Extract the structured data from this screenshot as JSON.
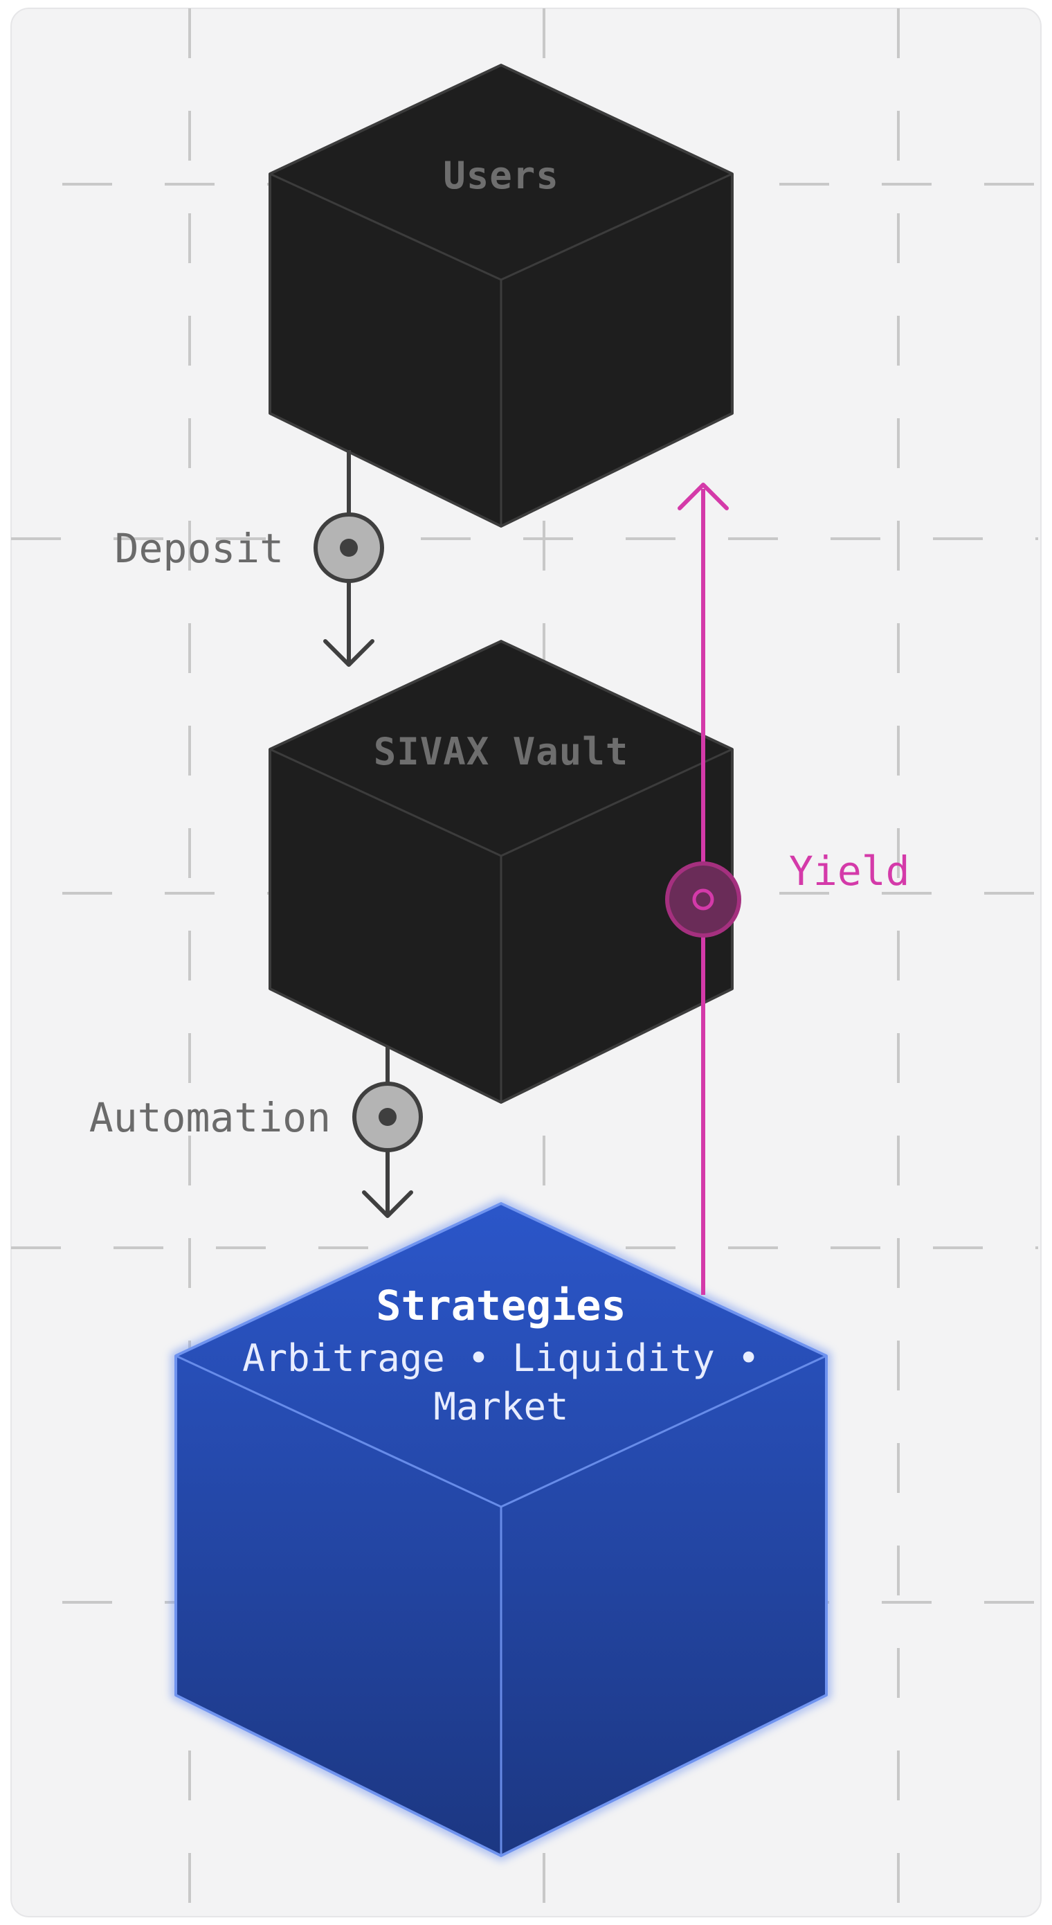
{
  "diagram": {
    "nodes": {
      "users": {
        "label": "Users"
      },
      "vault": {
        "label": "SIVAX Vault"
      },
      "strategies": {
        "title": "Strategies",
        "subtitle_line1": "Arbitrage • Liquidity •",
        "subtitle_line2": "Market"
      }
    },
    "edges": {
      "deposit": {
        "label": "Deposit",
        "from": "Users",
        "to": "SIVAX Vault"
      },
      "automation": {
        "label": "Automation",
        "from": "SIVAX Vault",
        "to": "Strategies"
      },
      "yield": {
        "label": "Yield",
        "from": "Strategies",
        "to": "Users"
      }
    },
    "colors": {
      "background": "#f3f3f4",
      "grid": "#c8c8c8",
      "dark_cube": "#1e1e1e",
      "dark_cube_edge": "#3c3c3c",
      "dark_cube_label": "#6e6e6e",
      "connector": "#3f3f3f",
      "connector_label": "#6a6a6a",
      "strategies_fill": "#2447aa",
      "strategies_edge": "#6f93ef",
      "yield_accent": "#d43aa9"
    }
  }
}
